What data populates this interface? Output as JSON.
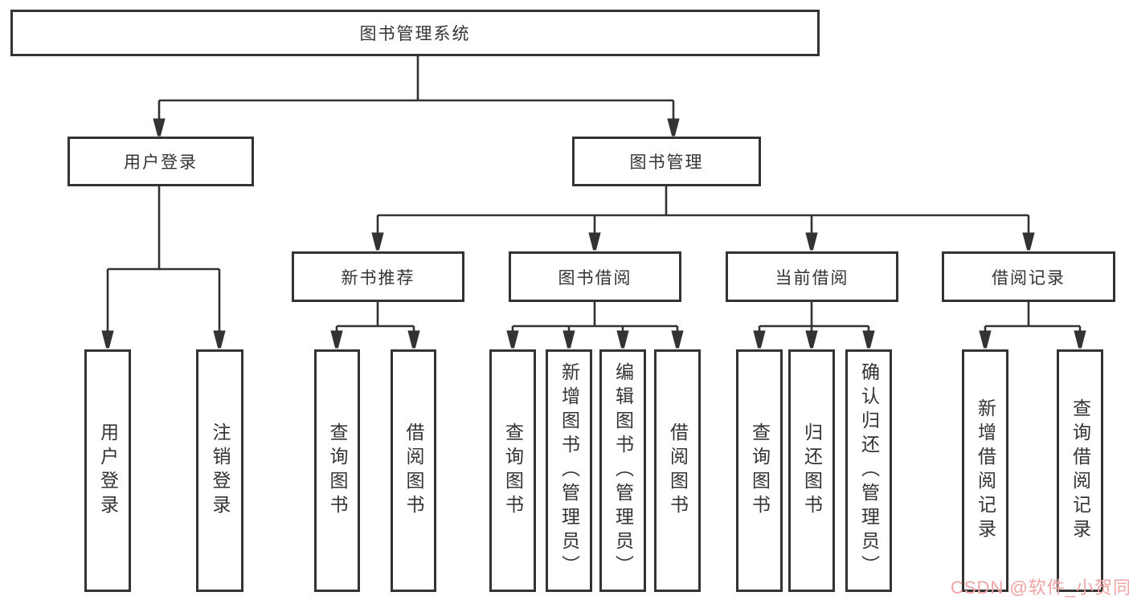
{
  "nodes": {
    "root": {
      "label": "图书管理系统"
    },
    "user_login": {
      "label": "用户登录"
    },
    "book_mgmt": {
      "label": "图书管理"
    },
    "new_book_rec": {
      "label": "新书推荐"
    },
    "book_borrow": {
      "label": "图书借阅"
    },
    "current_borrow": {
      "label": "当前借阅"
    },
    "borrow_record": {
      "label": "借阅记录"
    },
    "leaf_user_login": {
      "label": "用户登录"
    },
    "leaf_logout": {
      "label": "注销登录"
    },
    "leaf_rec_query": {
      "label": "查询图书"
    },
    "leaf_rec_borrow": {
      "label": "借阅图书"
    },
    "leaf_bb_query": {
      "label": "查询图书"
    },
    "leaf_bb_add": {
      "label": "新增图书（管理员）"
    },
    "leaf_bb_edit": {
      "label": "编辑图书（管理员）"
    },
    "leaf_bb_borrow": {
      "label": "借阅图书"
    },
    "leaf_cb_query": {
      "label": "查询图书"
    },
    "leaf_cb_return": {
      "label": "归还图书"
    },
    "leaf_cb_confirm": {
      "label": "确认归还（管理员）"
    },
    "leaf_br_add": {
      "label": "新增借阅记录"
    },
    "leaf_br_query": {
      "label": "查询借阅记录"
    }
  },
  "watermark": {
    "text": "CSDN @软件_小贺同学",
    "color": "#efa3a3"
  },
  "colors": {
    "line": "#333333",
    "box_fill": "#ffffff",
    "text": "#333333",
    "background": "#ffffff"
  }
}
